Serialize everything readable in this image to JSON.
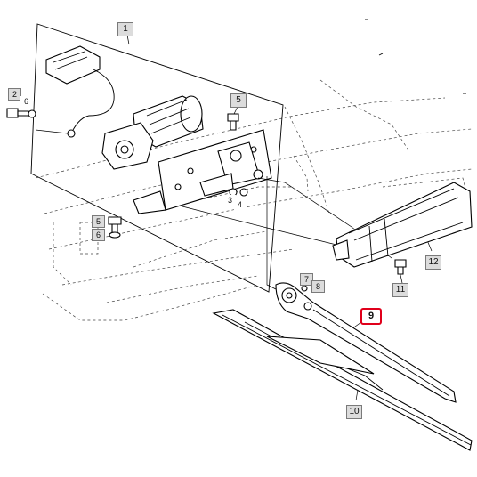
{
  "callouts": {
    "c1": "1",
    "c2": "2",
    "c3": "3",
    "c4": "4",
    "c5a": "5",
    "c5b": "5",
    "c6a": "6",
    "c6b": "6",
    "c7": "7",
    "c8": "8",
    "c9": "9",
    "c10": "10",
    "c11": "11",
    "c12": "12"
  },
  "highlight_color": "#e0001b"
}
